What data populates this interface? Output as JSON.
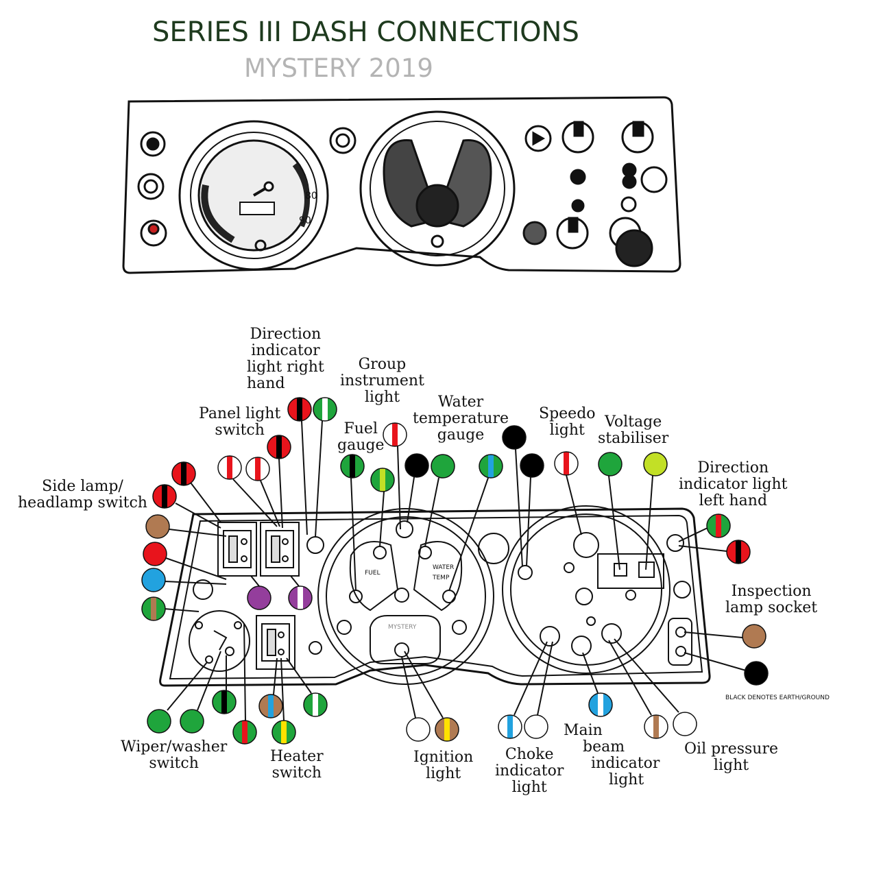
{
  "title": "SERIES III DASH CONNECTIONS",
  "subtitle": "MYSTERY 2019",
  "earth_note": "BLACK DENOTES EARTH/GROUND",
  "colors": {
    "black": "#000000",
    "red": "#e8141c",
    "white": "#ffffff",
    "green": "#1fa53c",
    "brown": "#b07a52",
    "blue": "#22a2df",
    "purple": "#943e9c",
    "light_green": "#c2e026",
    "yellow": "#ffe100",
    "outline": "#111111"
  },
  "labels": {
    "direction_right": [
      "Direction",
      "indicator",
      "light  right",
      "hand"
    ],
    "group_instrument": [
      "Group",
      "instrument",
      "light"
    ],
    "panel_light": [
      "Panel light",
      "switch"
    ],
    "fuel_gauge": [
      "Fuel",
      "gauge"
    ],
    "water_temp": [
      "Water",
      "temperature",
      "gauge"
    ],
    "speedo": [
      "Speedo",
      "light"
    ],
    "voltage": [
      "Voltage",
      "stabiliser"
    ],
    "direction_left": [
      "Direction",
      "indicator light",
      "left hand"
    ],
    "side_lamp": [
      "Side lamp/",
      "headlamp switch"
    ],
    "inspection": [
      "Inspection",
      "lamp socket"
    ],
    "wiper": [
      "Wiper/washer",
      "switch"
    ],
    "heater": [
      "Heater",
      "switch"
    ],
    "ignition": [
      "Ignition",
      "light"
    ],
    "choke": [
      "Choke",
      "indicator",
      "light"
    ],
    "main_beam": [
      "Main",
      "beam",
      "indicator",
      "light"
    ],
    "oil": [
      "Oil pressure",
      "light"
    ]
  },
  "panel_text": {
    "fuel": "FUEL",
    "water": [
      "WATER",
      "TEMP"
    ],
    "mystery": "MYSTERY"
  },
  "wires": [
    {
      "id": "dir-right-1",
      "colors": [
        "red",
        "black"
      ]
    },
    {
      "id": "dir-right-2",
      "colors": [
        "green",
        "white"
      ]
    },
    {
      "id": "panel-light-1",
      "colors": [
        "red",
        "black"
      ]
    },
    {
      "id": "panel-light-2",
      "colors": [
        "white",
        "red"
      ]
    },
    {
      "id": "panel-light-3",
      "colors": [
        "white",
        "red"
      ]
    },
    {
      "id": "group-light",
      "colors": [
        "white",
        "red"
      ]
    },
    {
      "id": "fuel-1",
      "colors": [
        "green",
        "black"
      ]
    },
    {
      "id": "fuel-2",
      "colors": [
        "green",
        "light_green"
      ]
    },
    {
      "id": "earth-1",
      "colors": [
        "black"
      ]
    },
    {
      "id": "water-1",
      "colors": [
        "green"
      ]
    },
    {
      "id": "water-2",
      "colors": [
        "green",
        "blue"
      ]
    },
    {
      "id": "earth-2",
      "colors": [
        "black"
      ]
    },
    {
      "id": "earth-3",
      "colors": [
        "black"
      ]
    },
    {
      "id": "speedo-light",
      "colors": [
        "white",
        "red"
      ]
    },
    {
      "id": "voltage-1",
      "colors": [
        "green"
      ]
    },
    {
      "id": "voltage-2",
      "colors": [
        "light_green"
      ]
    },
    {
      "id": "side-lamp-1",
      "colors": [
        "red",
        "black"
      ]
    },
    {
      "id": "side-lamp-2",
      "colors": [
        "red",
        "black"
      ]
    },
    {
      "id": "side-lamp-3",
      "colors": [
        "brown"
      ]
    },
    {
      "id": "side-lamp-4",
      "colors": [
        "red"
      ]
    },
    {
      "id": "side-lamp-5",
      "colors": [
        "blue"
      ]
    },
    {
      "id": "side-lamp-6",
      "colors": [
        "green",
        "brown"
      ]
    },
    {
      "id": "purple-1",
      "colors": [
        "purple"
      ]
    },
    {
      "id": "purple-2",
      "colors": [
        "purple",
        "white"
      ]
    },
    {
      "id": "dir-left-1",
      "colors": [
        "green",
        "red"
      ]
    },
    {
      "id": "dir-left-2",
      "colors": [
        "red",
        "black"
      ]
    },
    {
      "id": "inspection-1",
      "colors": [
        "brown"
      ]
    },
    {
      "id": "inspection-2",
      "colors": [
        "black"
      ]
    },
    {
      "id": "wiper-1",
      "colors": [
        "green"
      ]
    },
    {
      "id": "wiper-2",
      "colors": [
        "green"
      ]
    },
    {
      "id": "wiper-3",
      "colors": [
        "green",
        "black"
      ]
    },
    {
      "id": "wiper-4",
      "colors": [
        "green",
        "red"
      ]
    },
    {
      "id": "heater-1",
      "colors": [
        "brown",
        "blue"
      ]
    },
    {
      "id": "heater-2",
      "colors": [
        "green",
        "yellow"
      ]
    },
    {
      "id": "heater-3",
      "colors": [
        "green",
        "white"
      ]
    },
    {
      "id": "ignition-1",
      "colors": [
        "white"
      ]
    },
    {
      "id": "ignition-2",
      "colors": [
        "brown",
        "yellow"
      ]
    },
    {
      "id": "choke-1",
      "colors": [
        "white",
        "blue"
      ]
    },
    {
      "id": "choke-2",
      "colors": [
        "white"
      ]
    },
    {
      "id": "main-beam",
      "colors": [
        "blue",
        "white"
      ]
    },
    {
      "id": "oil-1",
      "colors": [
        "white",
        "brown"
      ]
    },
    {
      "id": "oil-2",
      "colors": [
        "white"
      ]
    }
  ]
}
